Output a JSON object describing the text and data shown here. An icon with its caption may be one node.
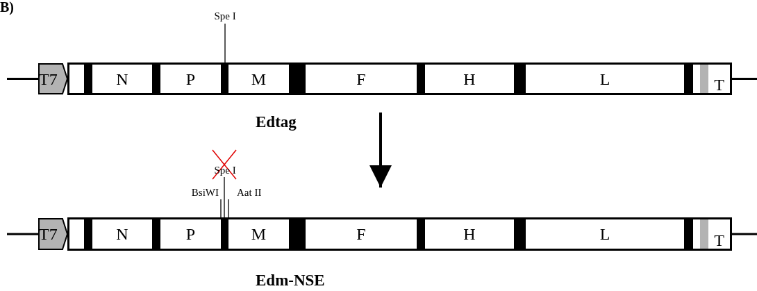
{
  "diagram": {
    "nodes": [
      {
        "text": [
          "Spe I"
        ]
      },
      {
        "text": [
          "T7"
        ]
      },
      {
        "text": [],
        "shape": "bar",
        "beside": [
          "Edtag"
        ]
      },
      {
        "text": [
          "N"
        ],
        "in": 2
      },
      {
        "text": [
          "P"
        ],
        "in": 2
      },
      {
        "text": [
          "M"
        ],
        "in": 2
      },
      {
        "text": [
          "F"
        ],
        "in": 2
      },
      {
        "text": [
          "H"
        ],
        "in": 2
      },
      {
        "text": [
          "L"
        ],
        "in": 2
      },
      {
        "text": [
          "T"
        ],
        "in": 2
      },
      {
        "text": [
          "Spe I"
        ]
      },
      {
        "text": [
          "BsiWI"
        ]
      },
      {
        "text": [
          "Aat II"
        ]
      },
      {
        "text": [
          "T7"
        ]
      },
      {
        "text": [],
        "shape": "bar",
        "beside": [
          "Edm-NSE"
        ]
      },
      {
        "text": [
          "N"
        ],
        "in": 14
      },
      {
        "text": [
          "P"
        ],
        "in": 14
      },
      {
        "text": [
          "M"
        ],
        "in": 14
      },
      {
        "text": [
          "F"
        ],
        "in": 14
      },
      {
        "text": [
          "H"
        ],
        "in": 14
      },
      {
        "text": [
          "L"
        ],
        "in": 14
      },
      {
        "text": [
          "T"
        ],
        "in": 14
      }
    ],
    "edges": [
      {
        "from": 0,
        "to": 2,
        "arrow": "none"
      },
      {
        "from": null,
        "to": 1,
        "arrow": "none"
      },
      {
        "from": 2,
        "to": null,
        "arrow": "none"
      },
      {
        "from": 2,
        "to": 14,
        "arrow": "to"
      },
      {
        "from": 10,
        "to": 14,
        "arrow": "none"
      },
      {
        "from": 11,
        "to": 14,
        "arrow": "none"
      },
      {
        "from": 12,
        "to": 14,
        "arrow": "none"
      },
      {
        "from": null,
        "to": 13,
        "arrow": "none"
      },
      {
        "from": 14,
        "to": null,
        "arrow": "none"
      }
    ],
    "labels": [
      "B)"
    ]
  }
}
